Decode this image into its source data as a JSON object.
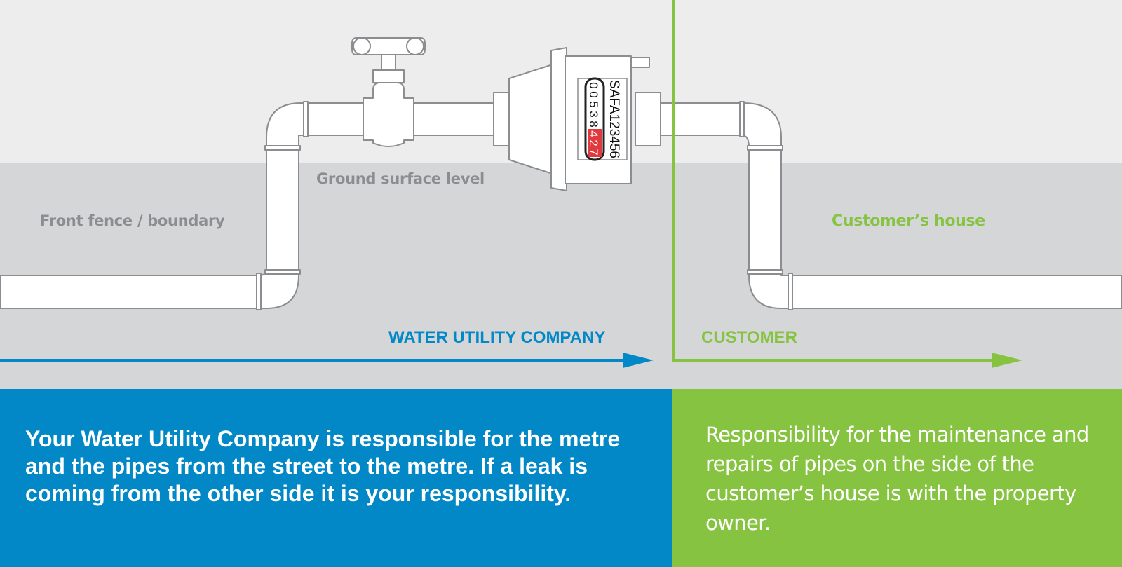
{
  "labels": {
    "ground_surface": "Ground surface level",
    "front_fence": "Front fence / boundary",
    "customers_house": "Customer’s house",
    "water_utility_company": "WATER UTILITY COMPANY",
    "customer": "CUSTOMER"
  },
  "meter": {
    "serial": "SAFA123456",
    "reading_black": [
      "0",
      "0",
      "5",
      "3",
      "8"
    ],
    "reading_red": [
      "4",
      "2",
      "7"
    ]
  },
  "panels": {
    "utility_text": "Your Water Utility Company is responsible for the metre and the pipes from the street to the metre. If a leak is coming from the other side it is your responsibility.",
    "customer_text": "Responsibility for the maintenance and repairs of pipes on the side of the customer’s house is with the property owner."
  },
  "colors": {
    "sky": "#ededee",
    "ground": "#d5d6d8",
    "utility_blue": "#0288c6",
    "customer_green": "#86c341",
    "pipe_outline": "#8c8d90",
    "label_grey": "#8c8d90",
    "meter_red": "#e13a3e"
  }
}
